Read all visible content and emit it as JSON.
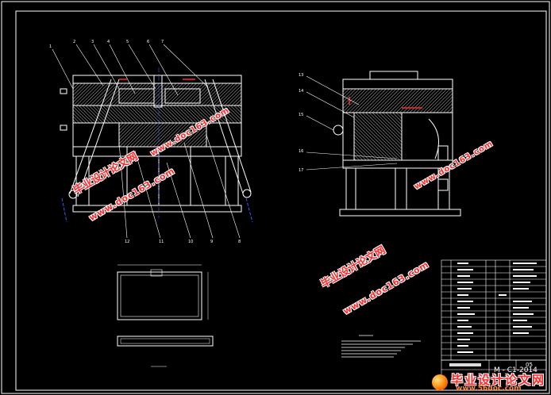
{
  "drawing": {
    "sheet_number": "05",
    "drawing_code": "M - C1-2014",
    "part_labels": [
      "1",
      "2",
      "3",
      "4",
      "5",
      "6",
      "7",
      "8",
      "9",
      "10",
      "11",
      "12",
      "13",
      "14",
      "15",
      "16",
      "17"
    ]
  },
  "watermarks": {
    "chinese": "毕业设计论文网",
    "url": "www.doc163.com"
  },
  "logo": {
    "main": "毕业设计论文网",
    "sub": "www.56doc.com"
  },
  "colors": {
    "background": "#000000",
    "lines": "#ffffff",
    "hatch": "#ffffff",
    "centerline": "#3a5cff",
    "accent_red": "#ff2a2a",
    "orange": "#ff7a00"
  }
}
